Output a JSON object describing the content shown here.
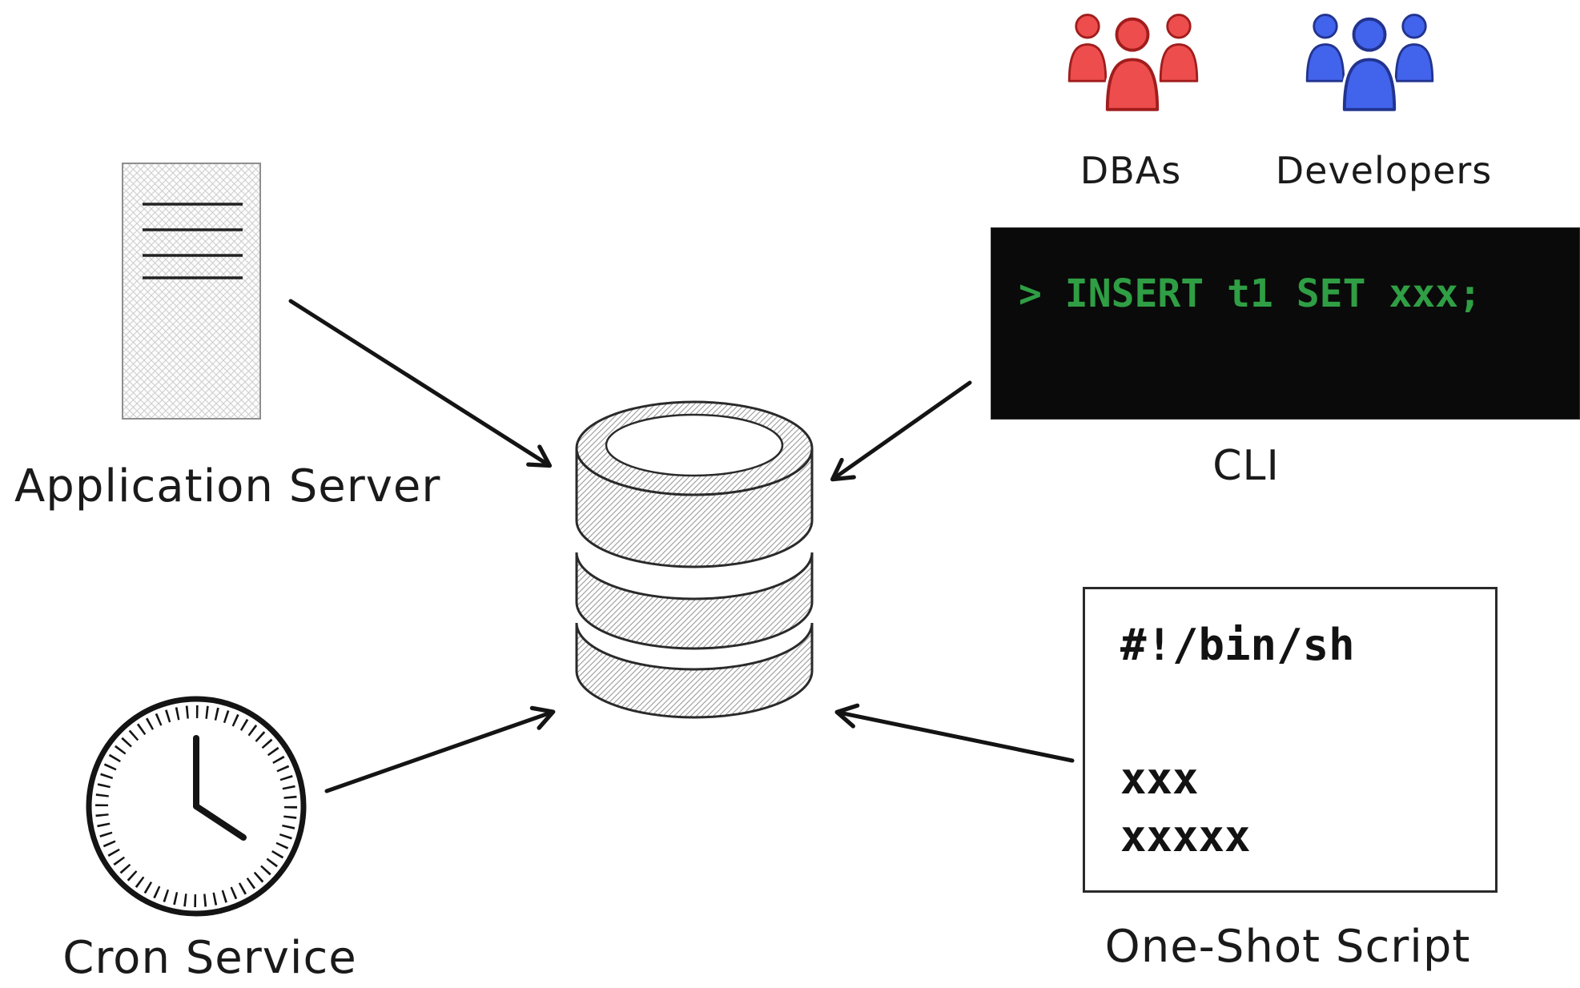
{
  "title": "Sources of database access diagram",
  "nodes": {
    "application_server": {
      "label": "Application Server",
      "icon": "document-icon"
    },
    "cron_service": {
      "label": "Cron Service",
      "icon": "clock-icon"
    },
    "dbas": {
      "label": "DBAs",
      "icon": "people-icon",
      "color": "#ed4d4d"
    },
    "developers": {
      "label": "Developers",
      "icon": "people-icon",
      "color": "#4263eb"
    },
    "cli": {
      "label": "CLI",
      "command": "> INSERT t1 SET xxx;"
    },
    "one_shot_script": {
      "label": "One-Shot Script",
      "lines": [
        "#!/bin/sh",
        "xxx",
        "xxxxx"
      ]
    },
    "database": {
      "label": "",
      "icon": "database-icon"
    }
  },
  "edges": [
    {
      "from": "application_server",
      "to": "database"
    },
    {
      "from": "cli",
      "to": "database"
    },
    {
      "from": "cron_service",
      "to": "database"
    },
    {
      "from": "one_shot_script",
      "to": "database"
    }
  ],
  "colors": {
    "ink": "#141414",
    "terminal_bg": "#0a0a0a",
    "terminal_text": "#2f9e44",
    "dbas_red": "#ed4d4d",
    "dbas_red_stroke": "#a11d1d",
    "developers_blue": "#4263eb",
    "developers_blue_stroke": "#22348f",
    "hatch_gray": "#9a9a9a"
  }
}
